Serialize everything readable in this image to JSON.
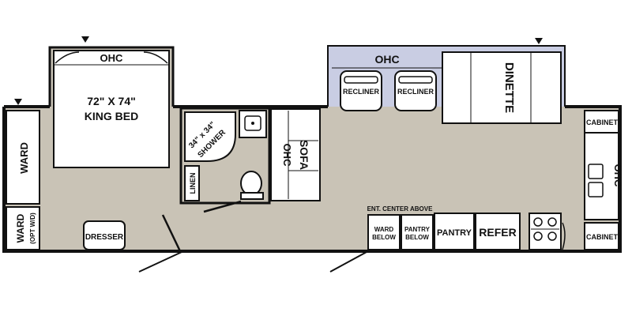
{
  "floorplan": {
    "colors": {
      "floor": "#c9c3b6",
      "slideout": "#c9cde3",
      "wall": "#111111",
      "furniture": "#ffffff"
    },
    "labels": {
      "ohc_bedroom": "OHC",
      "king_bed": "72\" X 74\"",
      "king_bed_2": "KING BED",
      "ward": "WARD",
      "ward_opt": "WARD",
      "ward_opt_sub": "(OPT W/D)",
      "dresser": "DRESSER",
      "shower": "34\" x 34\"",
      "shower_2": "SHOWER",
      "linen": "LINEN",
      "ohc_sofa": "OHC",
      "sofa": "SOFA",
      "ohc_slide": "OHC",
      "recliner_1": "RECLINER",
      "recliner_2": "RECLINER",
      "dinette": "DINETTE",
      "cabinet_top": "CABINET",
      "ohc_kitchen": "OHC",
      "cabinet_bottom": "CABINET",
      "ent_center": "ENT. CENTER ABOVE",
      "ward_below": "WARD",
      "ward_below_2": "BELOW",
      "pantry_below": "PANTRY",
      "pantry_below_2": "BELOW",
      "pantry": "PANTRY",
      "refer": "REFER"
    }
  }
}
